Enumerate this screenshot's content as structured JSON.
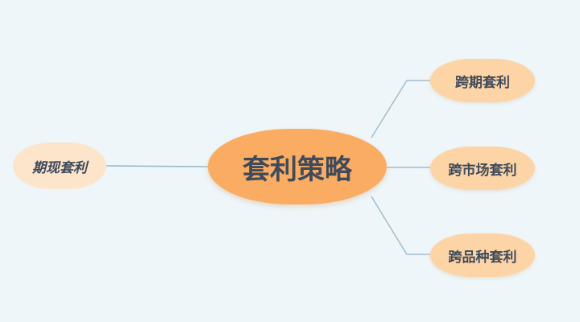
{
  "mindmap": {
    "center": {
      "label": "套利策略"
    },
    "right_branches": [
      {
        "label": "跨期套利"
      },
      {
        "label": "跨市场套利"
      },
      {
        "label": "跨品种套利"
      }
    ],
    "left_branch": {
      "label": "期现套利"
    }
  },
  "colors": {
    "background": "#eef6f9",
    "center_fill": "#fbac63",
    "branch_fill": "#fdd4a6",
    "left_fill": "#fde5cc",
    "connector": "#a3bccc",
    "text": "#3f4a5a"
  }
}
